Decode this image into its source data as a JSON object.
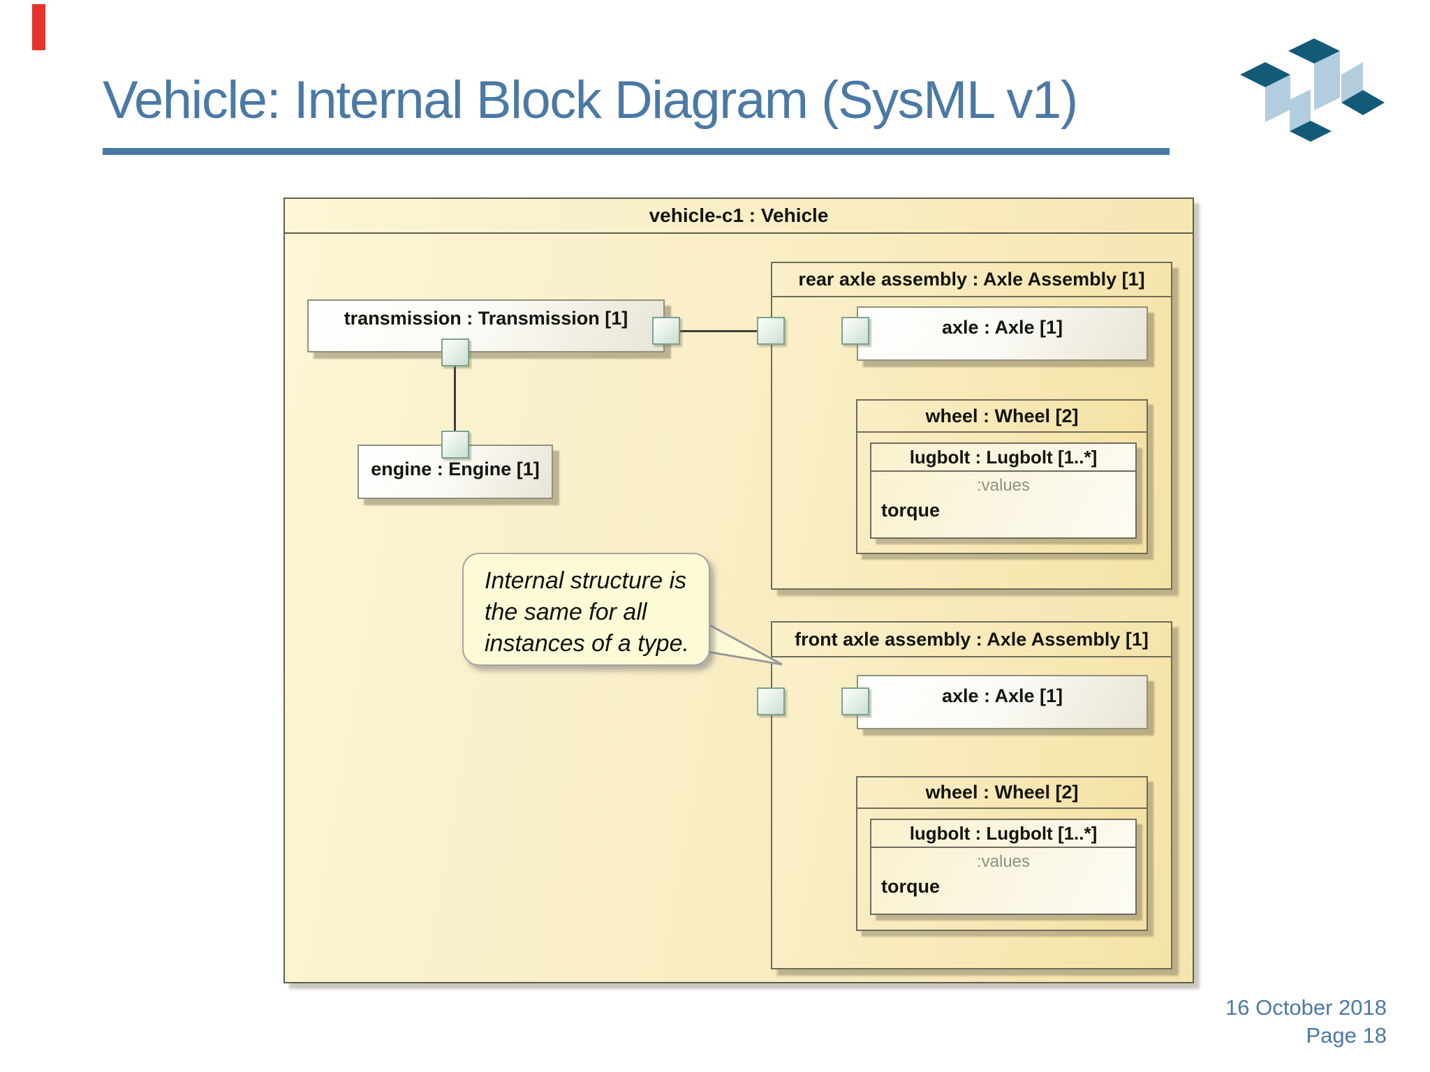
{
  "slide": {
    "title": "Vehicle: Internal Block Diagram (SysML v1)",
    "accent_color": "#4b79a5",
    "footer": {
      "date": "16 October 2018",
      "page": "Page 18"
    },
    "logo": {
      "name": "cube-lattice-logo",
      "dark_color": "#135a78",
      "light_color": "#b2cddd"
    },
    "red_bar_color": "#e5352b"
  },
  "diagram": {
    "frame_title": "vehicle-c1 : Vehicle",
    "transmission_label": "transmission : Transmission [1]",
    "engine_label": "engine : Engine [1]",
    "rear_assembly": {
      "title": "rear axle assembly : Axle Assembly [1]",
      "axle_label": "axle : Axle [1]",
      "wheel_label": "wheel : Wheel [2]",
      "lugbolt_label": "lugbolt : Lugbolt [1..*]",
      "values_label": ":values",
      "value_item": "torque"
    },
    "front_assembly": {
      "title": "front axle assembly : Axle Assembly [1]",
      "axle_label": "axle : Axle [1]",
      "wheel_label": "wheel : Wheel [2]",
      "lugbolt_label": "lugbolt : Lugbolt [1..*]",
      "values_label": ":values",
      "value_item": "torque"
    },
    "callout": {
      "line1": "Internal structure is",
      "line2": "the same for all",
      "line3": "instances of a type."
    },
    "colors": {
      "frame_fill": "#f9eec6",
      "block_fill": "#ffffff",
      "port_fill": "#c9dfd2",
      "callout_fill": "#fdfbd6",
      "text": "#14140e"
    }
  }
}
